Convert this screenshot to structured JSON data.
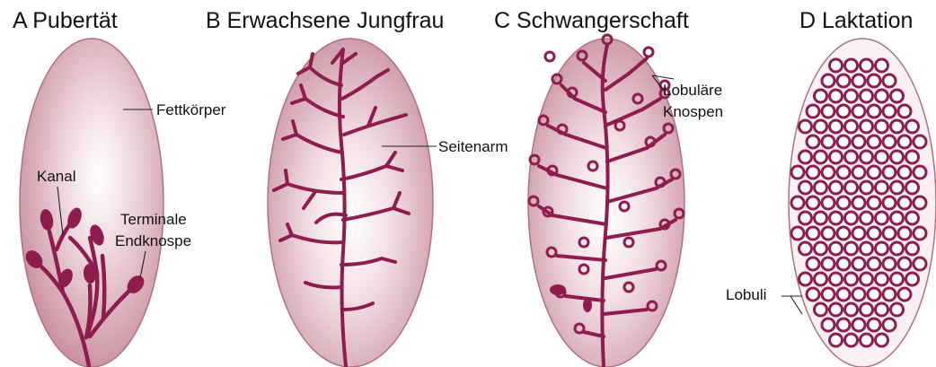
{
  "panels": [
    {
      "title": "A Pubertät"
    },
    {
      "title": "B Erwachsene Jungfrau"
    },
    {
      "title": "C Schwangerschaft"
    },
    {
      "title": "D Laktation"
    }
  ],
  "labels": {
    "fettkoerper": "Fettkörper",
    "kanal": "Kanal",
    "terminale_1": "Terminale",
    "terminale_2": "Endknospe",
    "seitenarm": "Seitenarm",
    "lobulaere_1": "Lobuläre",
    "lobulaere_2": "Knospen",
    "lobuli": "Lobuli"
  },
  "colors": {
    "duct": "#8e1c4e",
    "fat_pad_edge": "#b0707f",
    "fat_pad_fill": "#d8a9b4",
    "text": "#111111"
  }
}
